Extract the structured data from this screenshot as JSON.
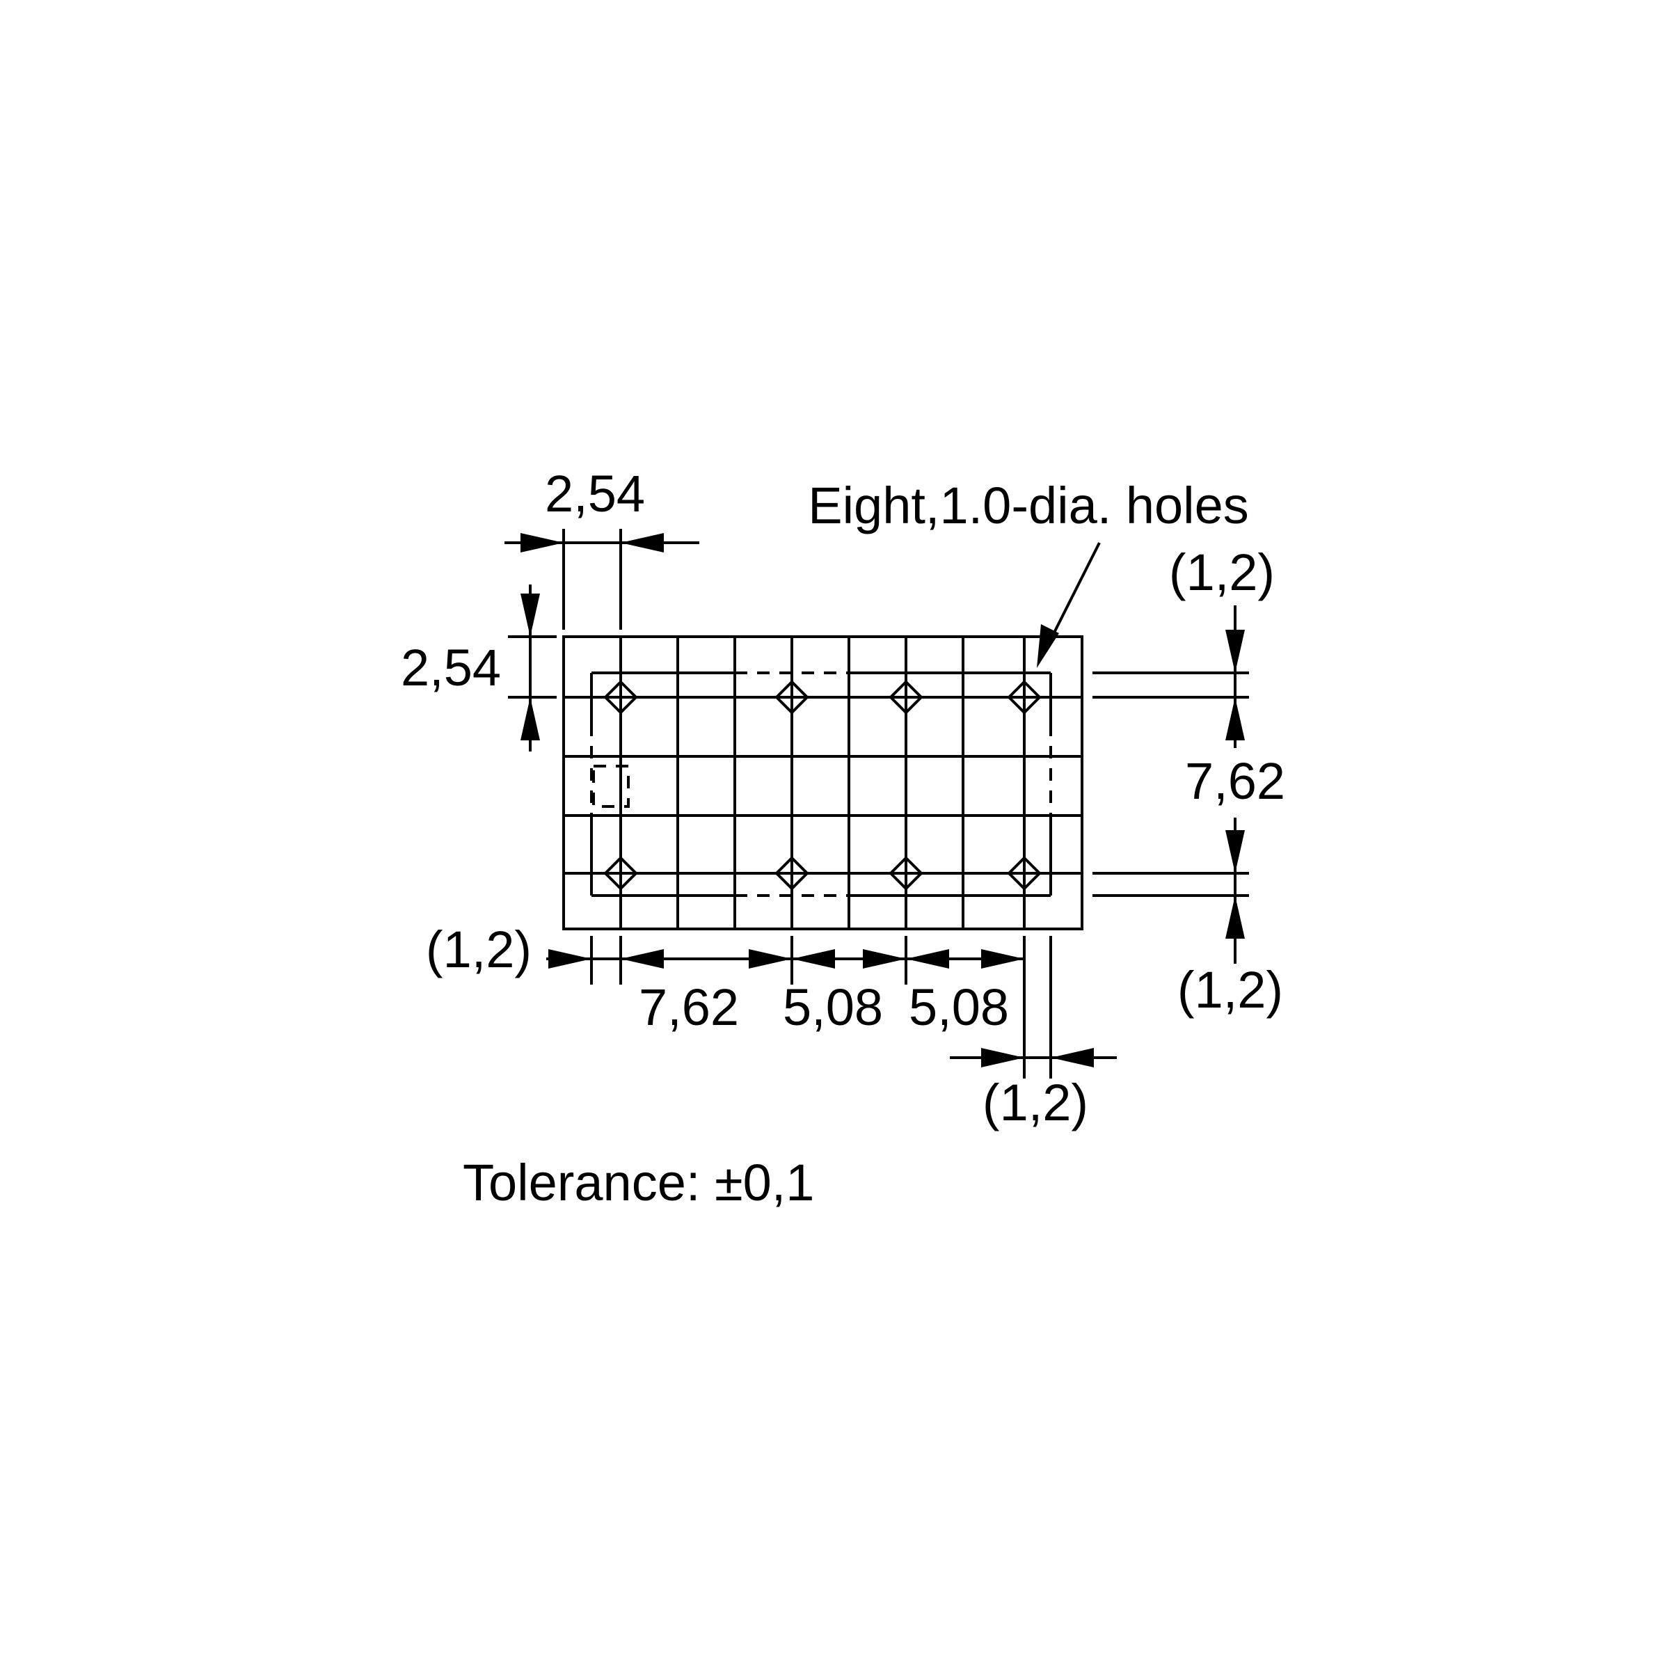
{
  "labels": {
    "pitch_top": "2,54",
    "pitch_side": "2,54",
    "holes_note": "Eight,1.0-dia. holes",
    "margin_top_right": "(1,2)",
    "row_spacing": "7,62",
    "margin_bottom_right": "(1,2)",
    "margin_left_bottom": "(1,2)",
    "spacing_1": "7,62",
    "spacing_2": "5,08",
    "spacing_3": "5,08",
    "margin_right_bottom": "(1,2)",
    "tolerance": "Tolerance: ±0,1"
  },
  "holes": {
    "count": 8,
    "diameter_mm": 1.0
  },
  "colors": {
    "line": "#000000",
    "background": "#ffffff"
  }
}
